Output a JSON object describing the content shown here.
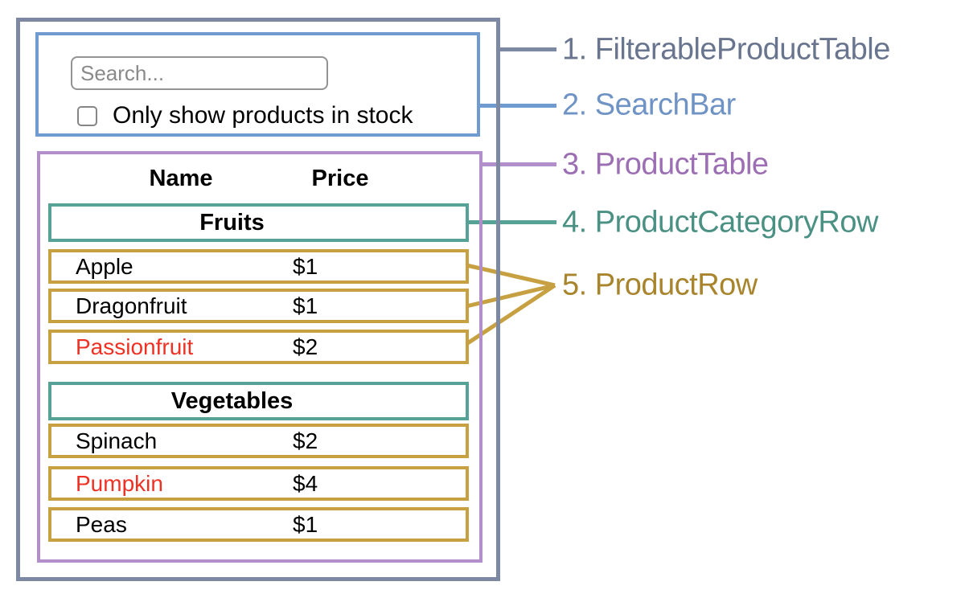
{
  "searchbar": {
    "placeholder": "Search...",
    "checkbox_label": "Only show products in stock",
    "checkbox_checked": false
  },
  "table": {
    "name_header": "Name",
    "price_header": "Price",
    "sections": [
      {
        "category": "Fruits",
        "rows": [
          {
            "name": "Apple",
            "price": "$1",
            "out_of_stock": false
          },
          {
            "name": "Dragonfruit",
            "price": "$1",
            "out_of_stock": false
          },
          {
            "name": "Passionfruit",
            "price": "$2",
            "out_of_stock": true
          }
        ]
      },
      {
        "category": "Vegetables",
        "rows": [
          {
            "name": "Spinach",
            "price": "$2",
            "out_of_stock": false
          },
          {
            "name": "Pumpkin",
            "price": "$4",
            "out_of_stock": true
          },
          {
            "name": "Peas",
            "price": "$1",
            "out_of_stock": false
          }
        ]
      }
    ]
  },
  "legend": {
    "items": [
      {
        "label": "1. FilterableProductTable",
        "color": "#69758e"
      },
      {
        "label": "2. SearchBar",
        "color": "#6e93c4"
      },
      {
        "label": "3. ProductTable",
        "color": "#9c6eb4"
      },
      {
        "label": "4. ProductCategoryRow",
        "color": "#4a9184"
      },
      {
        "label": "5. ProductRow",
        "color": "#a8842c"
      }
    ]
  },
  "colors": {
    "filterable_product_table_border": "#7d89a2",
    "search_bar_border": "#6f9bd1",
    "product_table_border": "#b28fcb",
    "product_category_row_border": "#57a296",
    "product_row_border": "#c6a041",
    "out_of_stock_text": "#ef3124"
  }
}
